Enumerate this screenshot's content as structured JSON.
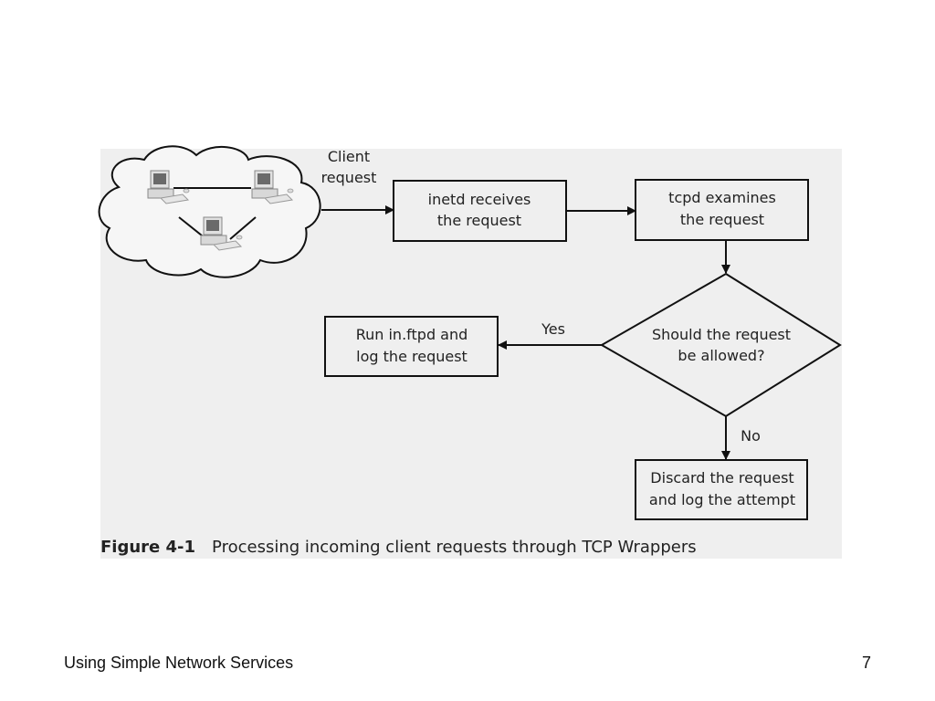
{
  "figure": {
    "number": "Figure 4-1",
    "caption": "Processing incoming client requests through TCP Wrappers",
    "background_color": "#efefef",
    "network_cloud": {
      "icon": "network-cloud-icon",
      "computers": 3
    },
    "edge_labels": {
      "client_request": [
        "Client",
        "request"
      ],
      "yes": "Yes",
      "no": "No"
    },
    "nodes": {
      "inetd": [
        "inetd receives",
        "the request"
      ],
      "tcpd": [
        "tcpd examines",
        "the request"
      ],
      "decision": [
        "Should the request",
        "be allowed?"
      ],
      "run_ftpd": [
        "Run in.ftpd and",
        "log the request"
      ],
      "discard": [
        "Discard the request",
        "and log the attempt"
      ]
    }
  },
  "footer": {
    "title": "Using Simple Network Services",
    "page_number": "7"
  }
}
